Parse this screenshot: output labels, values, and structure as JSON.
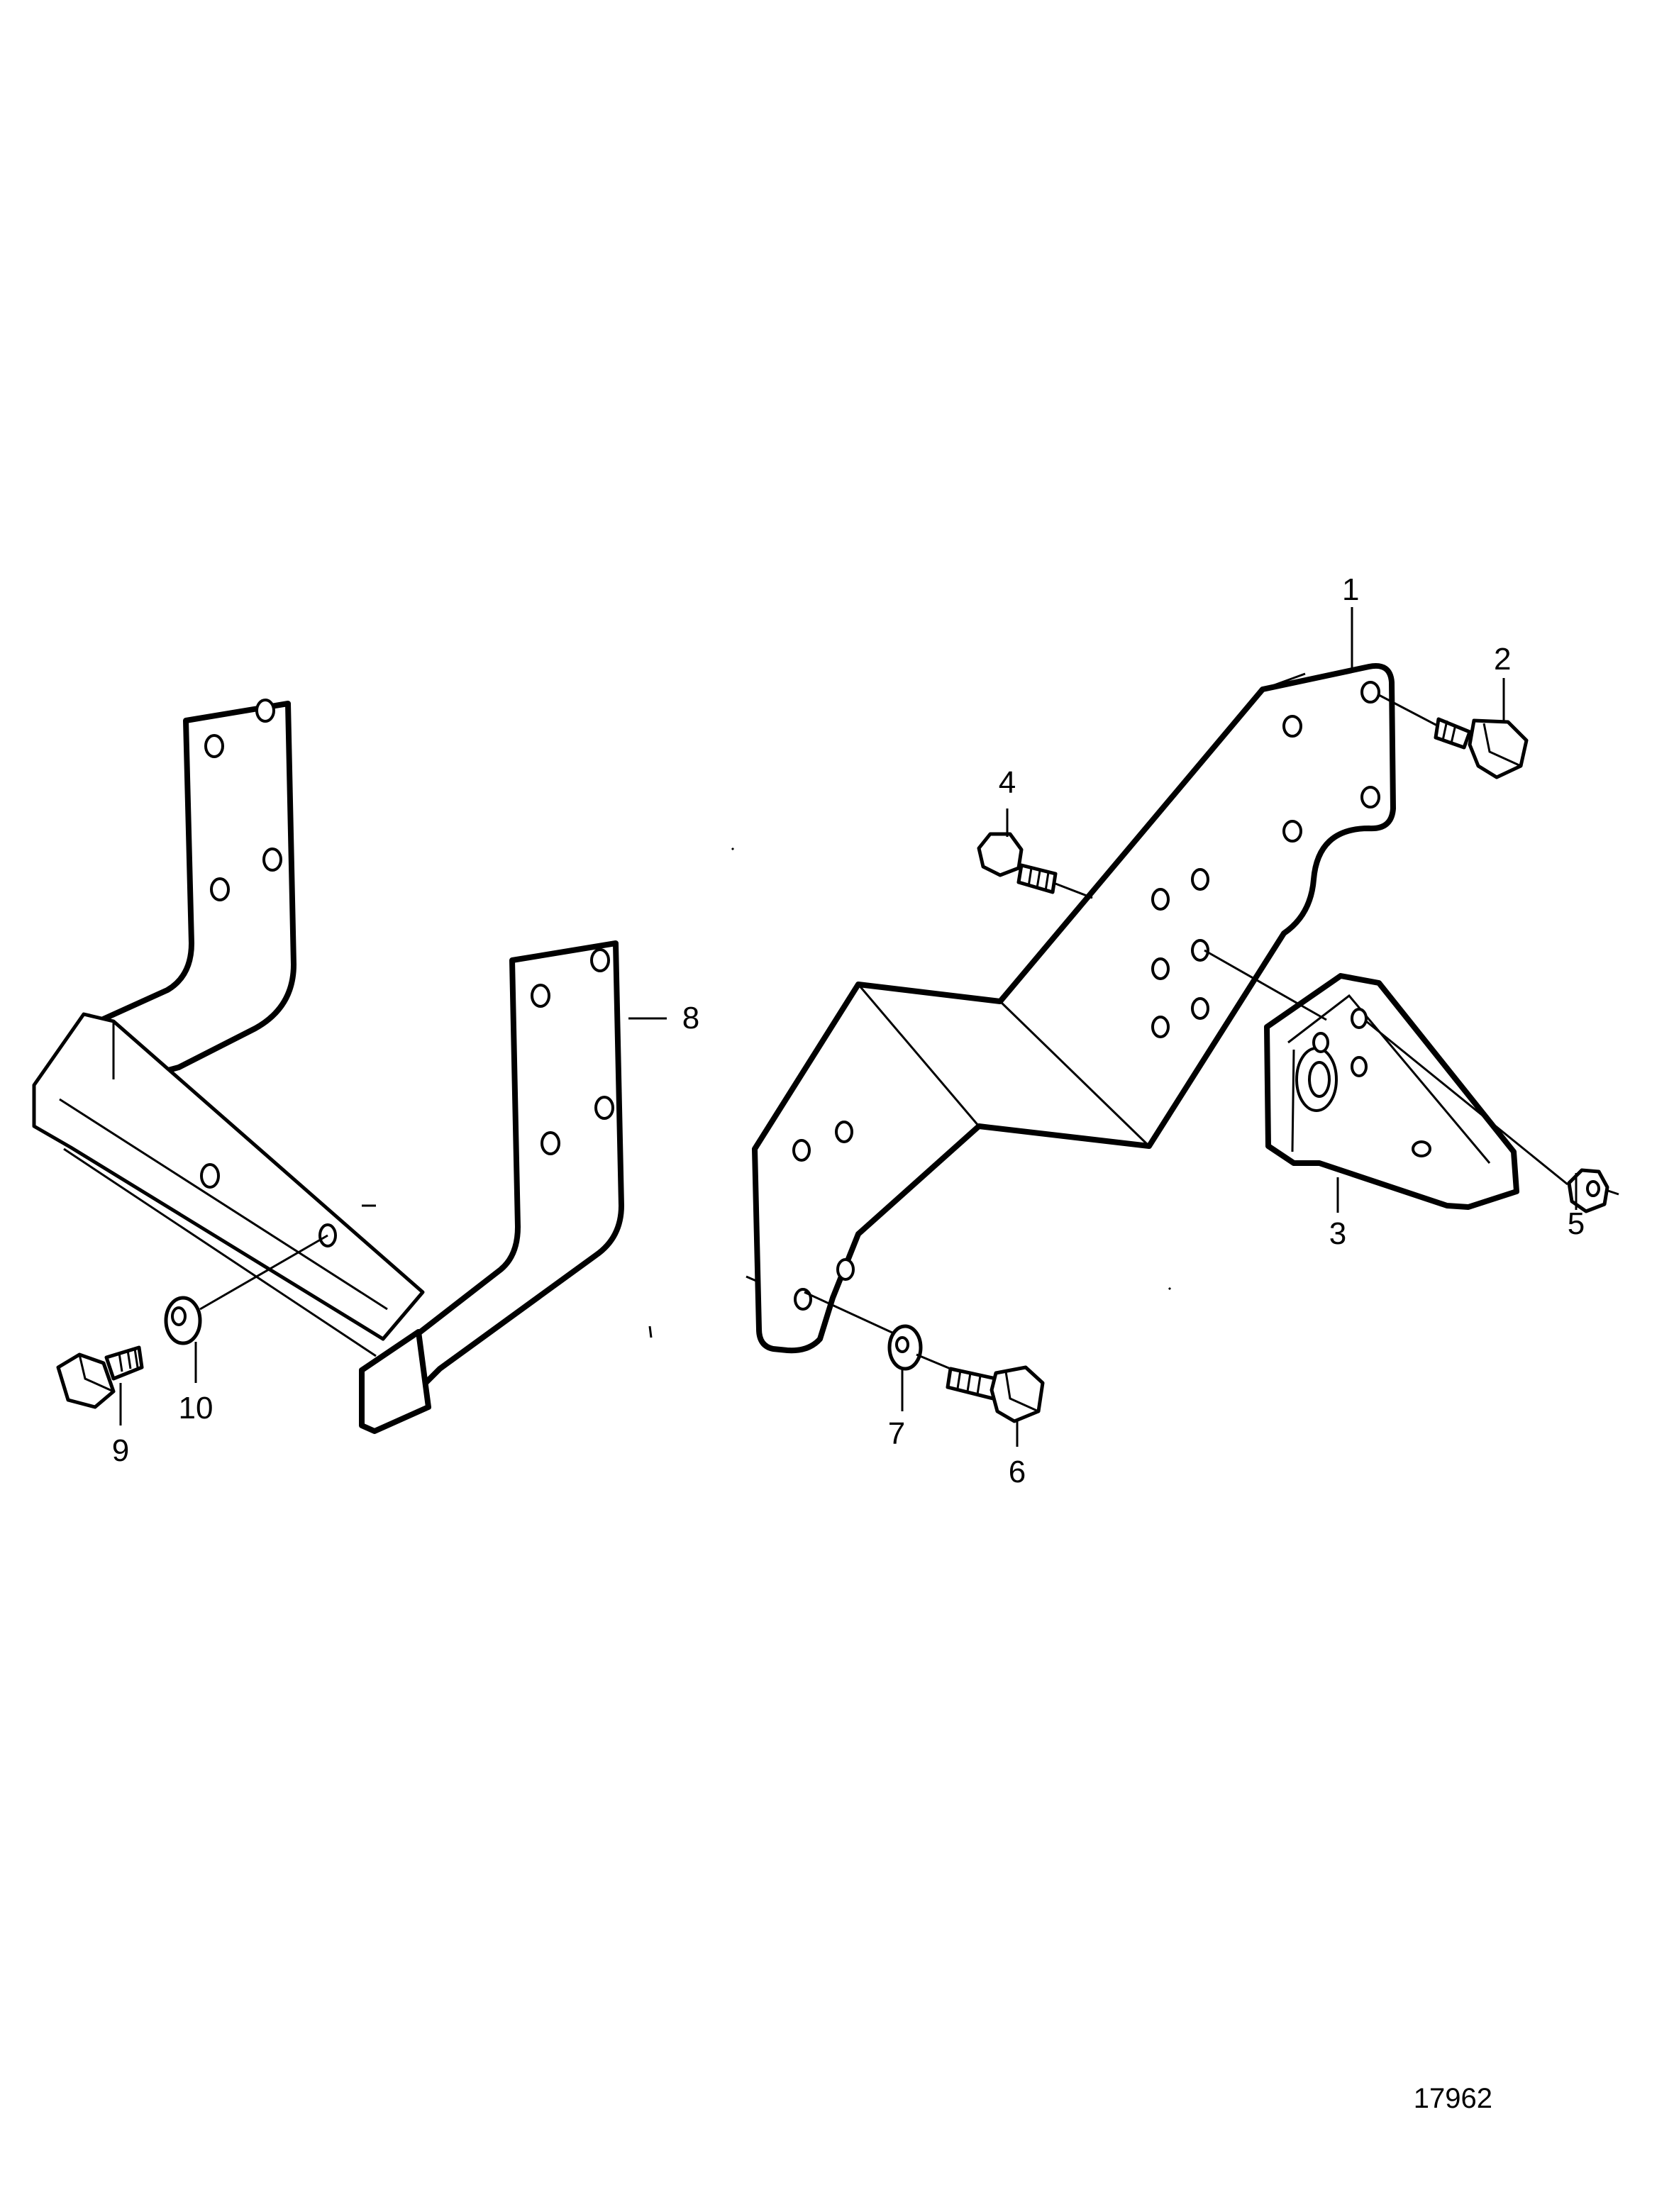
{
  "diagram": {
    "callouts": [
      "1",
      "2",
      "3",
      "4",
      "5",
      "6",
      "7",
      "8",
      "9",
      "10"
    ],
    "figure_number": "17962"
  }
}
